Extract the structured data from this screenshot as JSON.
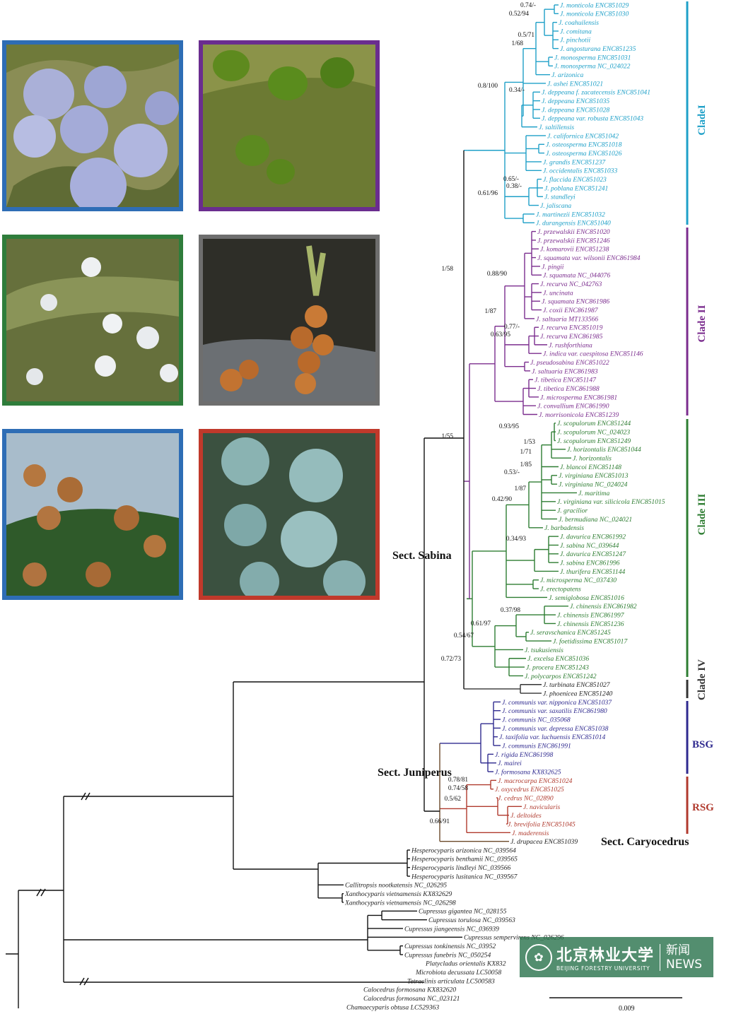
{
  "photos": [
    {
      "name": "photo-blue-berries",
      "border": "#2e6db5"
    },
    {
      "name": "photo-green-berries",
      "border": "#6a2d8f"
    },
    {
      "name": "photo-white-berries",
      "border": "#2f7d3b"
    },
    {
      "name": "photo-orange-cones",
      "border": "#6e6e6e"
    },
    {
      "name": "photo-brown-cones",
      "border": "#2e6db5"
    },
    {
      "name": "photo-blue-cones",
      "border": "#c0392b"
    }
  ],
  "tips": [
    {
      "label": "J. monticola ENC851029",
      "color": "#1fa0c8"
    },
    {
      "label": "J. monticola ENC851030",
      "color": "#1fa0c8"
    },
    {
      "label": "J. coahuilensis",
      "color": "#1fa0c8"
    },
    {
      "label": "J. comitana",
      "color": "#1fa0c8"
    },
    {
      "label": "J. pinchotii",
      "color": "#1fa0c8"
    },
    {
      "label": "J. angosturana ENC851235",
      "color": "#1fa0c8"
    },
    {
      "label": "J. monosperma ENC851031",
      "color": "#1fa0c8"
    },
    {
      "label": "J. monosperma NC_024022",
      "color": "#1fa0c8"
    },
    {
      "label": "J. arizonica",
      "color": "#1fa0c8"
    },
    {
      "label": "J. ashei ENC851021",
      "color": "#1fa0c8"
    },
    {
      "label": "J. deppeana f. zacatecensis ENC851041",
      "color": "#1fa0c8"
    },
    {
      "label": "J. deppeana ENC851035",
      "color": "#1fa0c8"
    },
    {
      "label": "J. deppeana ENC851028",
      "color": "#1fa0c8"
    },
    {
      "label": "J. deppeana var. robusta ENC851043",
      "color": "#1fa0c8"
    },
    {
      "label": "J. saltillensis",
      "color": "#1fa0c8"
    },
    {
      "label": "J. californica ENC851042",
      "color": "#1fa0c8"
    },
    {
      "label": "J. osteosperma ENC851018",
      "color": "#1fa0c8"
    },
    {
      "label": "J. osteosperma ENC851026",
      "color": "#1fa0c8"
    },
    {
      "label": "J. grandis ENC851237",
      "color": "#1fa0c8"
    },
    {
      "label": "J. occidentalis ENC851033",
      "color": "#1fa0c8"
    },
    {
      "label": "J. flaccida ENC851023",
      "color": "#1fa0c8"
    },
    {
      "label": "J. poblana ENC851241",
      "color": "#1fa0c8"
    },
    {
      "label": "J. standleyi",
      "color": "#1fa0c8"
    },
    {
      "label": "J. jaliscana",
      "color": "#1fa0c8"
    },
    {
      "label": "J. martinezii ENC851032",
      "color": "#1fa0c8"
    },
    {
      "label": "J. durangensis ENC851040",
      "color": "#1fa0c8"
    },
    {
      "label": "J. przewalskii ENC851020",
      "color": "#7b2d8e"
    },
    {
      "label": "J. przewalskii ENC851246",
      "color": "#7b2d8e"
    },
    {
      "label": "J. komarovii ENC851238",
      "color": "#7b2d8e"
    },
    {
      "label": "J. squamata var. wilsonii ENC861984",
      "color": "#7b2d8e"
    },
    {
      "label": "J. pingii",
      "color": "#7b2d8e"
    },
    {
      "label": "J. squamata NC_044076",
      "color": "#7b2d8e"
    },
    {
      "label": "J. recurva NC_042763",
      "color": "#7b2d8e"
    },
    {
      "label": "J. uncinata",
      "color": "#7b2d8e"
    },
    {
      "label": "J. squamata ENC861986",
      "color": "#7b2d8e"
    },
    {
      "label": "J. coxii ENC861987",
      "color": "#7b2d8e"
    },
    {
      "label": "J. saltuaria MT133566",
      "color": "#7b2d8e"
    },
    {
      "label": "J. recurva ENC851019",
      "color": "#7b2d8e"
    },
    {
      "label": "J. recurva ENC861985",
      "color": "#7b2d8e"
    },
    {
      "label": "J. rushforthiana",
      "color": "#7b2d8e"
    },
    {
      "label": "J. indica var. caespitosa ENC851146",
      "color": "#7b2d8e"
    },
    {
      "label": "J. pseudosabina ENC851022",
      "color": "#7b2d8e"
    },
    {
      "label": "J. saltuaria ENC861983",
      "color": "#7b2d8e"
    },
    {
      "label": "J. tibetica ENC851147",
      "color": "#7b2d8e"
    },
    {
      "label": "J. tibetica ENC861988",
      "color": "#7b2d8e"
    },
    {
      "label": "J. microsperma ENC861981",
      "color": "#7b2d8e"
    },
    {
      "label": "J. convallium ENC861990",
      "color": "#7b2d8e"
    },
    {
      "label": "J. morrisonicola ENC851239",
      "color": "#7b2d8e"
    },
    {
      "label": "J. scopulorum ENC851244",
      "color": "#2e7d32"
    },
    {
      "label": "J. scopulorum NC_024023",
      "color": "#2e7d32"
    },
    {
      "label": "J. scopulorum ENC851249",
      "color": "#2e7d32"
    },
    {
      "label": "J. horizontalis ENC851044",
      "color": "#2e7d32"
    },
    {
      "label": "J. horizontalis",
      "color": "#2e7d32"
    },
    {
      "label": "J. blancoi ENC851148",
      "color": "#2e7d32"
    },
    {
      "label": "J. virginiana ENC851013",
      "color": "#2e7d32"
    },
    {
      "label": "J. virginiana NC_024024",
      "color": "#2e7d32"
    },
    {
      "label": "J. maritima",
      "color": "#2e7d32"
    },
    {
      "label": "J. virginiana var. silicicola ENC851015",
      "color": "#2e7d32"
    },
    {
      "label": "J. gracilior",
      "color": "#2e7d32"
    },
    {
      "label": "J. bermudiana NC_024021",
      "color": "#2e7d32"
    },
    {
      "label": "J. barbadensis",
      "color": "#2e7d32"
    },
    {
      "label": "J. davurica ENC861992",
      "color": "#2e7d32"
    },
    {
      "label": "J. sabina NC_039644",
      "color": "#2e7d32"
    },
    {
      "label": "J. davurica ENC851247",
      "color": "#2e7d32"
    },
    {
      "label": "J. sabina ENC861996",
      "color": "#2e7d32"
    },
    {
      "label": "J. thurifera ENC851144",
      "color": "#2e7d32"
    },
    {
      "label": "J. microsperma NC_037430",
      "color": "#2e7d32"
    },
    {
      "label": "J. erectopatens",
      "color": "#2e7d32"
    },
    {
      "label": "J. semiglobosa ENC851016",
      "color": "#2e7d32"
    },
    {
      "label": "J. chinensis ENC861982",
      "color": "#2e7d32"
    },
    {
      "label": "J. chinensis ENC861997",
      "color": "#2e7d32"
    },
    {
      "label": "J. chinensis ENC851236",
      "color": "#2e7d32"
    },
    {
      "label": "J. seravschanica ENC851245",
      "color": "#2e7d32"
    },
    {
      "label": "J. foetidissima ENC851017",
      "color": "#2e7d32"
    },
    {
      "label": "J. tsukusiensis",
      "color": "#2e7d32"
    },
    {
      "label": "J. excelsa ENC851036",
      "color": "#2e7d32"
    },
    {
      "label": "J. procera ENC851243",
      "color": "#2e7d32"
    },
    {
      "label": "J. polycarpos ENC851242",
      "color": "#2e7d32"
    },
    {
      "label": "J. turbinata ENC851027",
      "color": "#222222"
    },
    {
      "label": "J. phoenicea ENC851240",
      "color": "#222222"
    },
    {
      "label": "J. communis var. nipponica ENC851037",
      "color": "#2f2a8f"
    },
    {
      "label": "J. communis var. saxatilis ENC861980",
      "color": "#2f2a8f"
    },
    {
      "label": "J. communis NC_035068",
      "color": "#2f2a8f"
    },
    {
      "label": "J. communis var. depressa ENC851038",
      "color": "#2f2a8f"
    },
    {
      "label": "J. taxifolia var. luchuensis ENC851014",
      "color": "#2f2a8f"
    },
    {
      "label": "J. communis ENC861991",
      "color": "#2f2a8f"
    },
    {
      "label": "J. rigida ENC861998",
      "color": "#2f2a8f"
    },
    {
      "label": "J. mairei",
      "color": "#2f2a8f"
    },
    {
      "label": "J. formosana KX832625",
      "color": "#2f2a8f"
    },
    {
      "label": "J. macrocarpa ENC851024",
      "color": "#b03a2e"
    },
    {
      "label": "J. oxycedrus ENC851025",
      "color": "#b03a2e"
    },
    {
      "label": "J. cedrus NC_02890",
      "color": "#b03a2e"
    },
    {
      "label": "J. navicularis",
      "color": "#b03a2e"
    },
    {
      "label": "J. deltoides",
      "color": "#b03a2e"
    },
    {
      "label": "J. brevifolia ENC851045",
      "color": "#b03a2e"
    },
    {
      "label": "J. maderensis",
      "color": "#b03a2e"
    },
    {
      "label": "J. drupacea ENC851039",
      "color": "#222222"
    },
    {
      "label": "Hesperocyparis arizonica NC_039564",
      "color": "#222222"
    },
    {
      "label": "Hesperocyparis benthamii NC_039565",
      "color": "#222222"
    },
    {
      "label": "Hesperocyparis lindleyi NC_039566",
      "color": "#222222"
    },
    {
      "label": "Hesperocyparis lusitanica NC_039567",
      "color": "#222222"
    },
    {
      "label": "Callitropsis nootkatensis NC_026295",
      "color": "#222222"
    },
    {
      "label": "Xanthocyparis vietnamensis KX832629",
      "color": "#222222"
    },
    {
      "label": "Xanthocyparis vietnamensis NC_026298",
      "color": "#222222"
    },
    {
      "label": "Cupressus gigantea NC_028155",
      "color": "#222222"
    },
    {
      "label": "Cupressus torulosa NC_039563",
      "color": "#222222"
    },
    {
      "label": "Cupressus jiangeensis NC_036939",
      "color": "#222222"
    },
    {
      "label": "Cupressus sempervirens NC_026296",
      "color": "#222222"
    },
    {
      "label": "Cupressus tonkinensis NC_03952",
      "color": "#222222"
    },
    {
      "label": "Cupressus funebris NC_050254",
      "color": "#222222"
    },
    {
      "label": "Platycladus orientalis KX832",
      "color": "#222222"
    },
    {
      "label": "Microbiota decussata LC50058",
      "color": "#222222"
    },
    {
      "label": "Tetraclinis articulata LC500583",
      "color": "#222222"
    },
    {
      "label": "Calocedrus formosana KX832620",
      "color": "#222222"
    },
    {
      "label": "Calocedrus formosana NC_023121",
      "color": "#222222"
    },
    {
      "label": "Chamaecyparis obtusa LC529363",
      "color": "#222222"
    }
  ],
  "supports": [
    "0.74/-",
    "0.52/94",
    "0.5/71",
    "1/68",
    "0.8/100",
    "0.34/-",
    "0.65/-",
    "0.38/-",
    "0.61/96",
    "1/58",
    "0.88/90",
    "1/87",
    "0.77/-",
    "0.63/95",
    "0.93/95",
    "1/55",
    "1/53",
    "1/71",
    "1/85",
    "0.53/-",
    "1/87",
    "0.42/90",
    "0.34/93",
    "0.37/98",
    "0.61/97",
    "0.54/67",
    "0.72/73",
    "0.78/81",
    "0.74/58",
    "0.5/62",
    "0.66/91"
  ],
  "sections": {
    "sabina": "Sect. Sabina",
    "juniperus": "Sect. Juniperus",
    "caryocedrus": "Sect. Caryocedrus"
  },
  "clades": {
    "c1": {
      "label": "CladeI",
      "color": "#1fa0c8"
    },
    "c2": {
      "label": "Clade II",
      "color": "#7b2d8e"
    },
    "c3": {
      "label": "Clade III",
      "color": "#2e7d32"
    },
    "c4": {
      "label": "Clade IV",
      "color": "#333333"
    },
    "bsg": {
      "label": "BSG",
      "color": "#2f2a8f"
    },
    "rsg": {
      "label": "RSG",
      "color": "#b03a2e"
    }
  },
  "scale_bar": {
    "value": "0.009"
  },
  "watermark": {
    "cn": "北京林业大学",
    "en": "BEIJING FORESTRY UNIVERSITY",
    "right_top": "新闻",
    "right_bottom": "NEWS"
  }
}
